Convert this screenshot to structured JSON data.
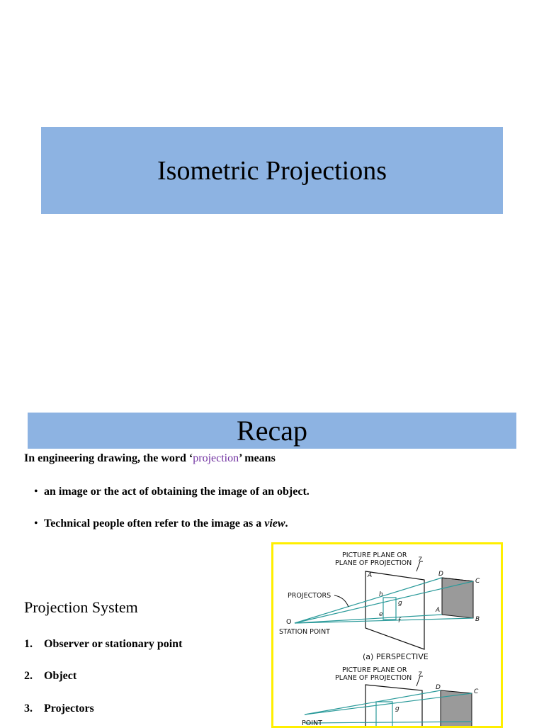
{
  "slide1": {
    "title": "Isometric Projections"
  },
  "slide2": {
    "title": "Recap",
    "intro": {
      "before": "In engineering drawing, the word ‘",
      "highlight": "projection",
      "after": "’ means"
    },
    "bullets": [
      {
        "text": "an image or the act of obtaining the image of an object."
      },
      {
        "text": "Technical people often refer to the image as a ",
        "italic": "view",
        "end": "."
      }
    ],
    "section_heading": "Projection System",
    "list": [
      {
        "num": "1.",
        "text": "Observer or stationary point"
      },
      {
        "num": "2.",
        "text": "Object"
      },
      {
        "num": "3.",
        "text": "Projectors"
      }
    ],
    "figure": {
      "plane_label_1": "PICTURE PLANE OR",
      "plane_label_2": "PLANE OF PROJECTION",
      "projectors_label": "PROJECTORS",
      "station_point_label": "STATION POINT",
      "o_label": "O",
      "caption": "(a) PERSPECTIVE",
      "point_labels": {
        "A_top": "A",
        "D": "D",
        "C": "C",
        "A": "A",
        "B": "B",
        "h": "h",
        "g": "g",
        "e": "e",
        "f": "f",
        "seven": "7"
      },
      "bottom_plane_label_1": "PICTURE PLANE OR",
      "bottom_plane_label_2": "PLANE OF PROJECTION",
      "bottom_point_label": "POINT",
      "bottom_labels": {
        "D": "D",
        "C": "C",
        "g": "g",
        "seven": "7"
      }
    },
    "colors": {
      "banner": "#8db3e2",
      "highlight": "#7030a0",
      "figure_border": "#ffef00",
      "projector_line": "#2a9a9a"
    }
  }
}
